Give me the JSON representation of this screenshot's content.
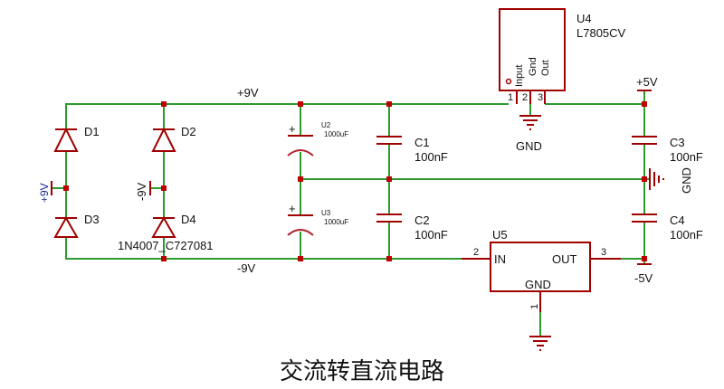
{
  "caption": "交流转直流电路",
  "nets": {
    "pos9": "+9V",
    "neg9": "-9V",
    "pos5": "+5V",
    "neg5": "-5V",
    "gnd": "GND",
    "in_pos9": "+9V",
    "in_neg9": "-9V"
  },
  "diodes": {
    "d1": "D1",
    "d2": "D2",
    "d3": "D3",
    "d4": "D4",
    "part": "1N4007_C727081"
  },
  "electrolytics": {
    "u2": "U2",
    "u2_value": "1000uF",
    "u3": "U3",
    "u3_value": "1000uF"
  },
  "capacitors": {
    "c1": "C1",
    "c1_value": "100nF",
    "c2": "C2",
    "c2_value": "100nF",
    "c3": "C3",
    "c3_value": "100nF",
    "c4": "C4",
    "c4_value": "100nF"
  },
  "u4": {
    "ref": "U4",
    "part": "L7805CV",
    "pin_input": "Input",
    "pin_gnd": "Gnd",
    "pin_out": "Out",
    "pin1": "1",
    "pin2": "2",
    "pin3": "3"
  },
  "u5": {
    "ref": "U5",
    "pin_in": "IN",
    "pin_out": "OUT",
    "pin_gnd": "GND",
    "pin1": "1",
    "pin2": "2",
    "pin3": "3"
  },
  "colors": {
    "wire": "#2e9a2e",
    "component": "#a00000",
    "junction": "#c00000",
    "net_label_blue": "#1a2a8a"
  }
}
